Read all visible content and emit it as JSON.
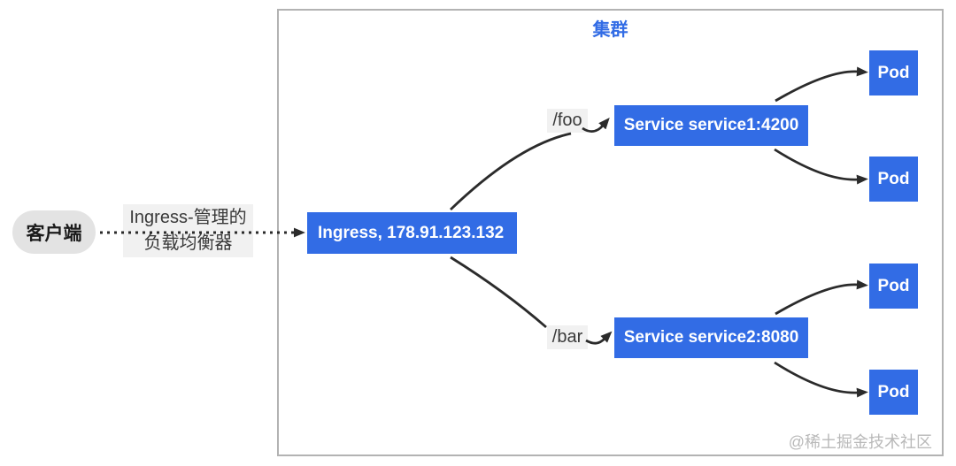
{
  "diagram": {
    "cluster": {
      "label": "集群"
    },
    "client": {
      "label": "客户端"
    },
    "load_balancer": {
      "line1": "Ingress-管理的",
      "line2": "负载均衡器"
    },
    "ingress": {
      "label": "Ingress, 178.91.123.132"
    },
    "routes": [
      {
        "path": "/foo",
        "service": "Service service1:4200"
      },
      {
        "path": "/bar",
        "service": "Service service2:8080"
      }
    ],
    "pods": [
      "Pod",
      "Pod",
      "Pod",
      "Pod"
    ],
    "edges": [
      {
        "from": "client",
        "to": "ingress",
        "style": "dotted",
        "label": "Ingress-管理的 负载均衡器"
      },
      {
        "from": "ingress",
        "to": "route-/foo",
        "style": "curve"
      },
      {
        "from": "route-/foo",
        "to": "service1",
        "style": "arrow"
      },
      {
        "from": "ingress",
        "to": "route-/bar",
        "style": "curve"
      },
      {
        "from": "route-/bar",
        "to": "service2",
        "style": "arrow"
      },
      {
        "from": "service1",
        "to": "pod1",
        "style": "arrow"
      },
      {
        "from": "service1",
        "to": "pod2",
        "style": "arrow"
      },
      {
        "from": "service2",
        "to": "pod3",
        "style": "arrow"
      },
      {
        "from": "service2",
        "to": "pod4",
        "style": "arrow"
      }
    ],
    "watermark": "@稀土掘金技术社区",
    "colors": {
      "node_fill": "#326ce5",
      "node_text": "#ffffff",
      "cluster_border": "#b3b3b3",
      "cluster_label": "#326ce5",
      "client_pill_bg": "#e3e3e3",
      "label_bg": "#f1f1f1",
      "text_dark": "#3a3a3a",
      "arrow": "#2b2b2b",
      "watermark": "#b9b9b9"
    }
  }
}
